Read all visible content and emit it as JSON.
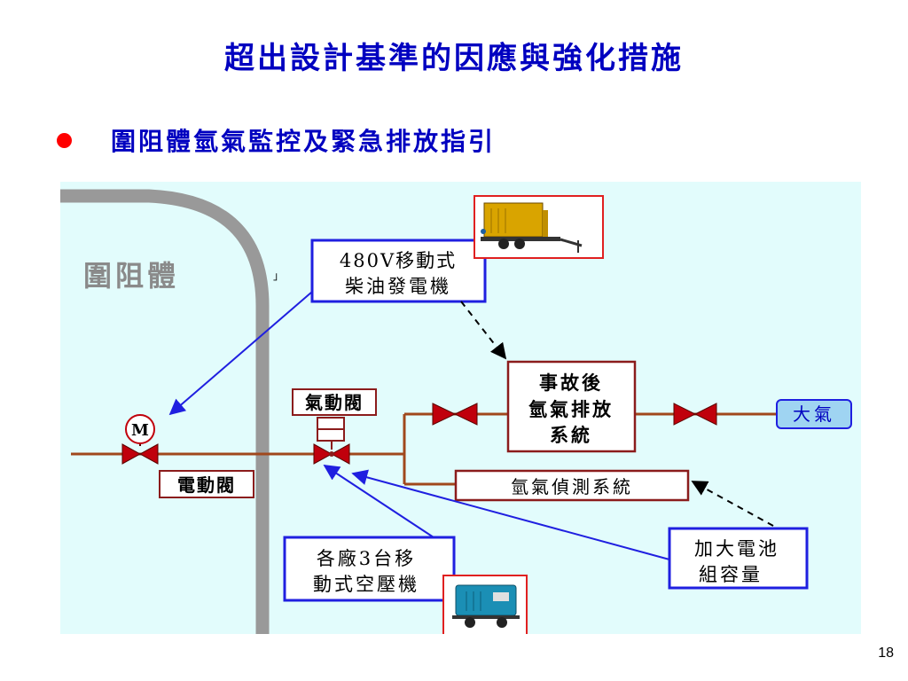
{
  "slide": {
    "title": "超出設計基準的因應與強化措施",
    "bullet": "圍阻體氫氣監控及緊急排放指引",
    "page_number": "18"
  },
  "diagram": {
    "containment_label": "圍阻體",
    "stray_mark": "」",
    "generator_callout": [
      "480V移動式",
      "柴油發電機"
    ],
    "pneumatic_valve_label": "氣動閥",
    "motor_symbol": "M",
    "motor_valve_label": "電動閥",
    "vent_system_box": [
      "事故後",
      "氫氣排放",
      "系統"
    ],
    "atmosphere_label": "大氣",
    "detection_system_box": "氫氣偵測系統",
    "compressor_callout": [
      "各廠3台移",
      "動式空壓機"
    ],
    "battery_callout": [
      "加大電池",
      "組容量"
    ]
  },
  "colors": {
    "title_text": "#0000c0",
    "bullet_dot": "#ff0000",
    "diagram_background": "#e2fcfc",
    "containment_wall": "#999999",
    "pipe": "#a0481c",
    "valve_body": "#c0000c",
    "callout_border": "#1f1fe0",
    "box_border": "#8b1c1c",
    "atmosphere_fill": "#9fd4f2"
  }
}
